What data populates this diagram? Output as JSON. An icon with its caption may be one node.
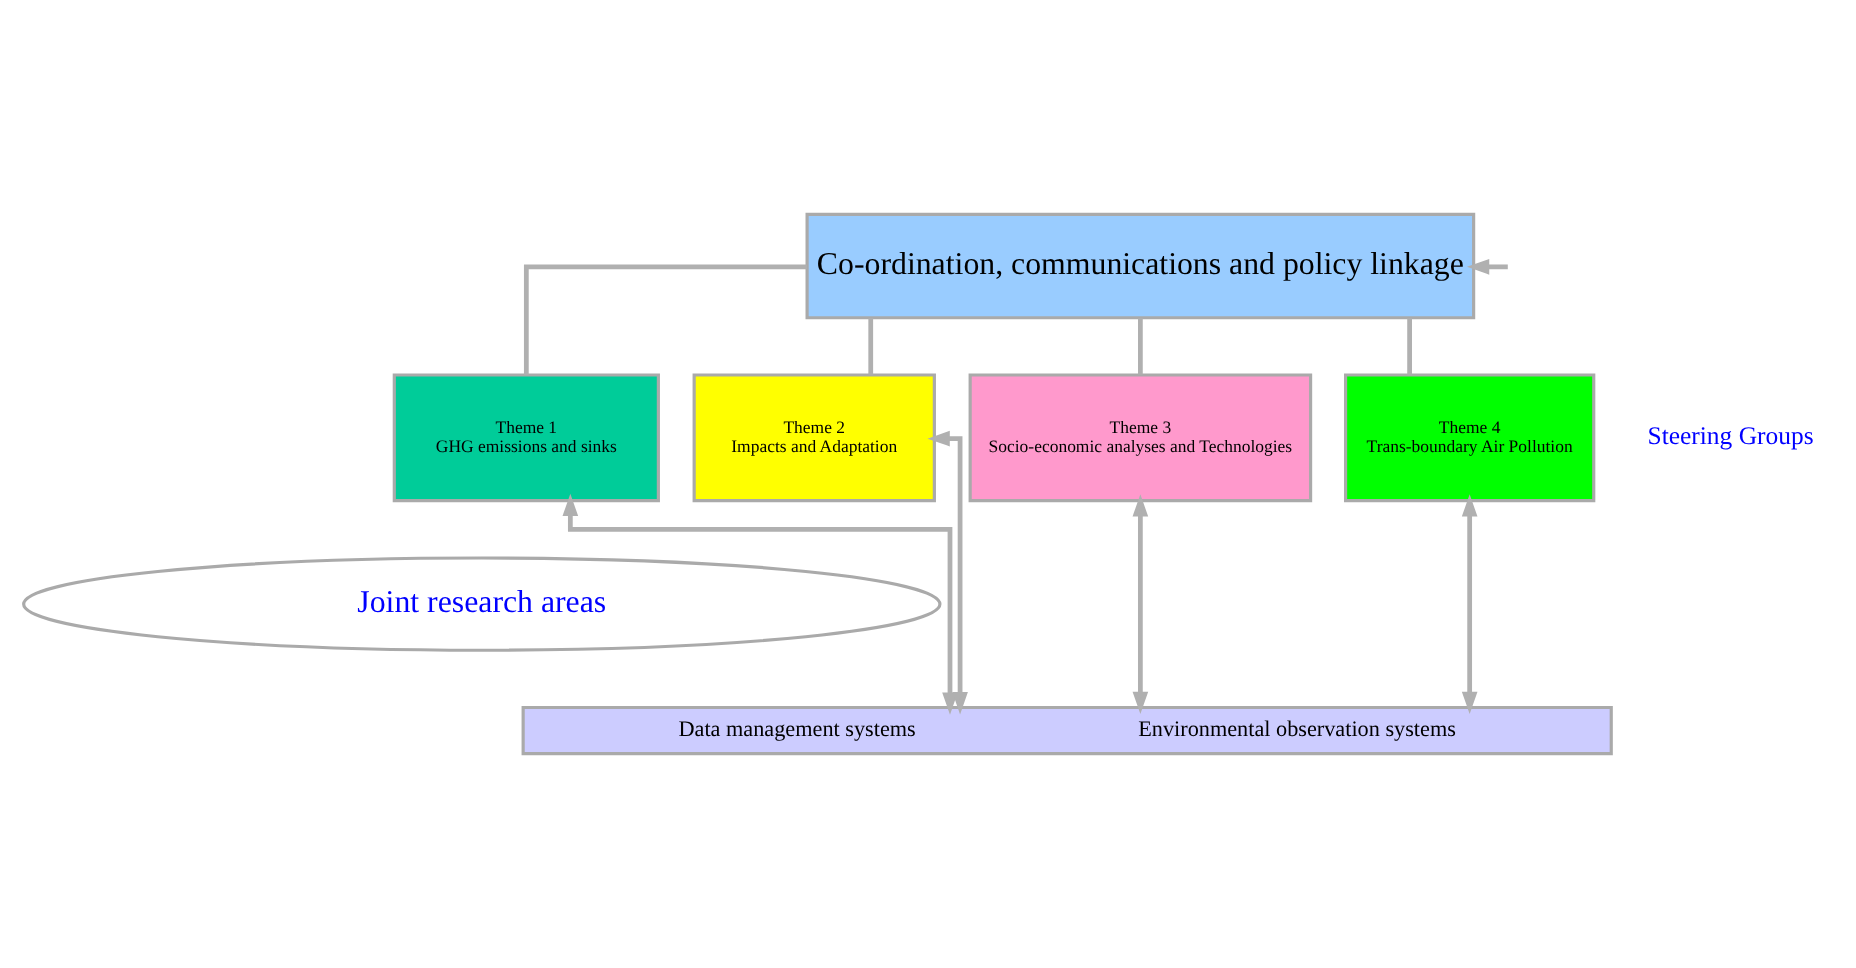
{
  "diagram": {
    "nodes": [
      {
        "text": [
          "Co-ordination, communications and policy linkage"
        ]
      },
      {
        "text": [
          "Theme 1",
          "GHG emissions and sinks"
        ]
      },
      {
        "text": [
          "Theme 2",
          "Impacts and Adaptation"
        ]
      },
      {
        "text": [
          "Theme 3",
          "Socio-economic analyses and Technologies"
        ]
      },
      {
        "text": [
          "Theme 4",
          "Trans-boundary Air Pollution"
        ]
      },
      {
        "text": [
          "Joint research areas"
        ]
      },
      {
        "text": [
          "Data management systems",
          "Environmental observation systems"
        ]
      }
    ],
    "edges": [
      {
        "from": 0,
        "to": 1,
        "arrow": "none"
      },
      {
        "from": 0,
        "to": 2,
        "arrow": "none"
      },
      {
        "from": 0,
        "to": 3,
        "arrow": "none"
      },
      {
        "from": 0,
        "to": 4,
        "arrow": "none"
      },
      {
        "from": 1,
        "to": 6,
        "arrow": "both"
      },
      {
        "from": 2,
        "to": 6,
        "arrow": "both"
      },
      {
        "from": 3,
        "to": 6,
        "arrow": "both"
      },
      {
        "from": 4,
        "to": 6,
        "arrow": "both"
      },
      {
        "from": null,
        "to": 0,
        "arrow": "to"
      }
    ],
    "labels": [
      "Steering Groups"
    ]
  }
}
